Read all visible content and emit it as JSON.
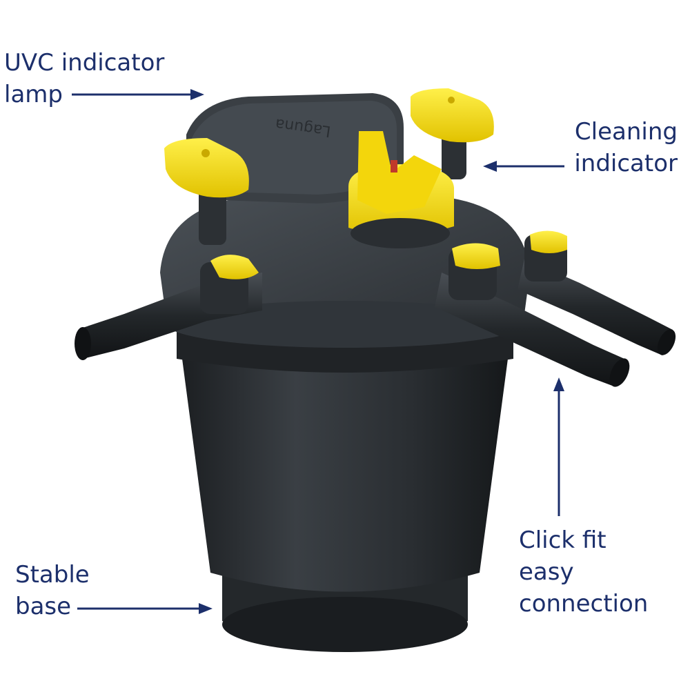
{
  "callouts": {
    "uvc_indicator": {
      "line1": "UVC indicator",
      "line2": "lamp"
    },
    "cleaning_indicator": {
      "line1": "Cleaning",
      "line2": "indicator"
    },
    "click_fit": {
      "line1": "Click fit",
      "line2": "easy",
      "line3": "connection"
    },
    "stable_base": {
      "line1": "Stable",
      "line2": "base"
    }
  },
  "product": {
    "brand_logo_text": "Laguna"
  },
  "colors": {
    "label_text": "#1c2f6b",
    "body_dark": "#2b2f33",
    "accent_yellow": "#f3d60c"
  }
}
